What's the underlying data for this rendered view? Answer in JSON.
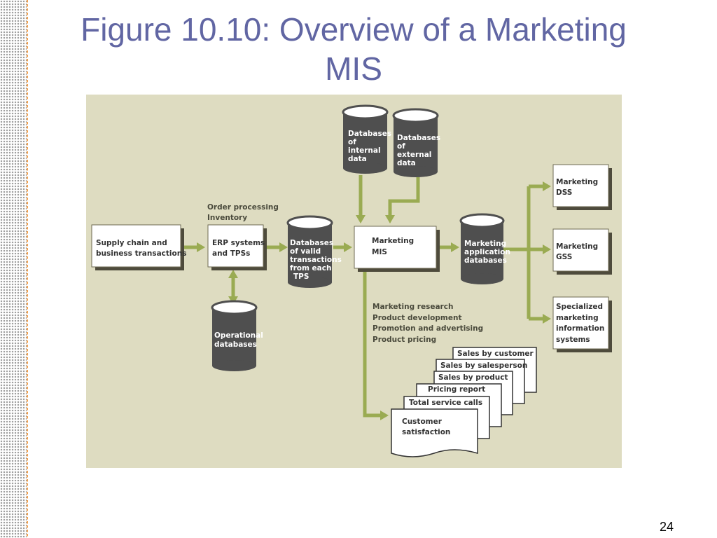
{
  "slide": {
    "title_line1": "Figure 10.10: Overview of a Marketing",
    "title_line2": "MIS",
    "page_number": "24"
  },
  "diagram": {
    "supply_chain": [
      "Supply chain and",
      "business transactions"
    ],
    "order_labels": [
      "Order processing",
      "Inventory"
    ],
    "erp": [
      "ERP systems",
      "and TPSs"
    ],
    "db_valid": [
      "Databases",
      "of valid",
      "transactions",
      "from each",
      "TPS"
    ],
    "operational_db": [
      "Operational",
      "databases"
    ],
    "db_internal": [
      "Databases",
      "of",
      "internal",
      "data"
    ],
    "db_external": [
      "Databases",
      "of",
      "external",
      "data"
    ],
    "marketing_mis": [
      "Marketing",
      "MIS"
    ],
    "app_db": [
      "Marketing",
      "application",
      "databases"
    ],
    "dss": [
      "Marketing",
      "DSS"
    ],
    "gss": [
      "Marketing",
      "GSS"
    ],
    "specialized": [
      "Specialized",
      "marketing",
      "information",
      "systems"
    ],
    "uses": [
      "Marketing research",
      "Product development",
      "Promotion and advertising",
      "Product pricing"
    ],
    "reports": [
      "Sales by customer",
      "Sales by salesperson",
      "Sales by product",
      "Pricing report",
      "Total service calls"
    ],
    "report_front": [
      "Customer",
      "satisfaction"
    ]
  },
  "colors": {
    "background": "#dedcc1",
    "arrow": "#9aab52",
    "cylinder": "#4f4f4f",
    "title": "#6166a3"
  }
}
